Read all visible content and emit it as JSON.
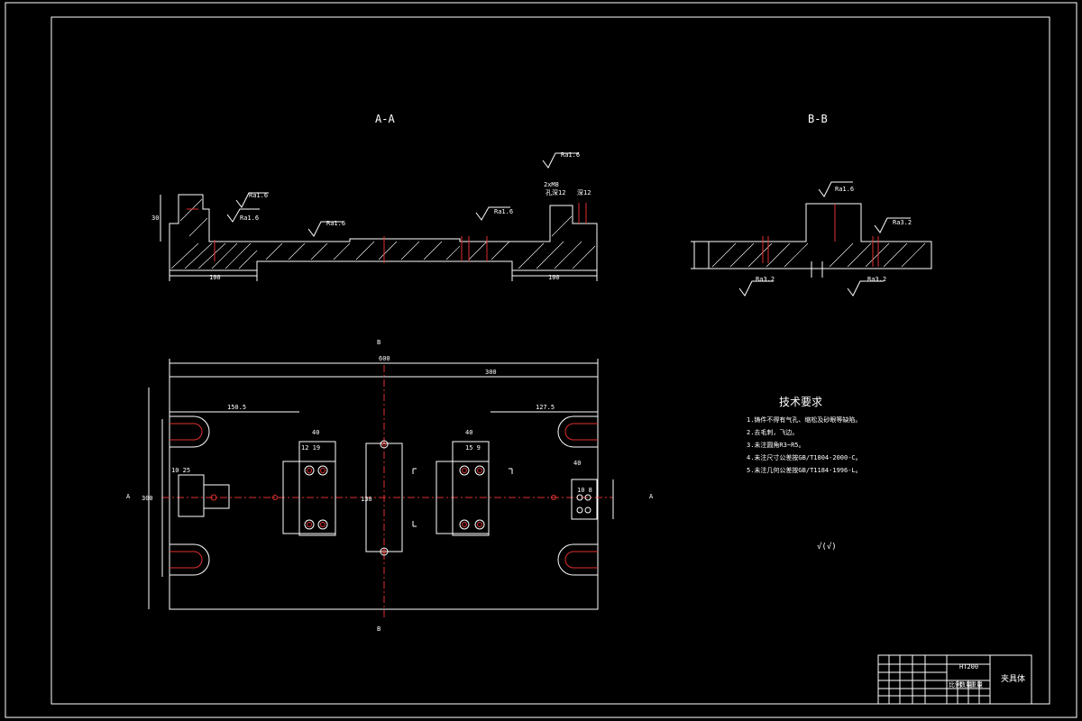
{
  "sections": {
    "aa": "A-A",
    "bb": "B-B"
  },
  "view_marks": {
    "a_left": "A",
    "a_right": "A",
    "b_top": "B",
    "b_bottom": "B"
  },
  "roughness": {
    "r1": "Ra1.6",
    "r2": "Ra1.6",
    "r3": "Ra1.6",
    "r4": "Ra1.6",
    "r5": "Ra1.6",
    "r6": "Ra1.6",
    "r7": "Ra3.2",
    "r8": "Ra3.2",
    "r9": "Ra3.2"
  },
  "dimensions_aa": {
    "left_len": "100",
    "right_len": "100",
    "left_height": "30",
    "hole_label_1": "2xM8",
    "hole_label_2": "孔深12",
    "depth_label": "深12"
  },
  "dimensions_plan": {
    "total_width": "600",
    "half_width": "300",
    "left_offset": "150.5",
    "right_offset": "127.5",
    "block_w_left": "40",
    "block_w_right": "40",
    "hole_pitch_left": "12 19",
    "hole_pitch_right": "15 9",
    "center_span": "130",
    "height_total": "300",
    "left_small": "10 25",
    "right_block": "40",
    "right_small": "10 8"
  },
  "tech_req": {
    "title": "技术要求",
    "items": [
      "1.铸件不得有气孔、缩松及砂眼等缺陷。",
      "2.去毛刺，飞边。",
      "3.未注圆角R3~R5。",
      "4.未注尺寸公差按GB/T1804-2000-C。",
      "5.未注几何公差按GB/T1184-1996-L。"
    ]
  },
  "roughness_general": "√(√)",
  "title_block": {
    "part_no": "HT200",
    "drawing_name": "夹具体",
    "label_scale": "比例",
    "label_qty": "数量",
    "label_weight": "重量"
  }
}
